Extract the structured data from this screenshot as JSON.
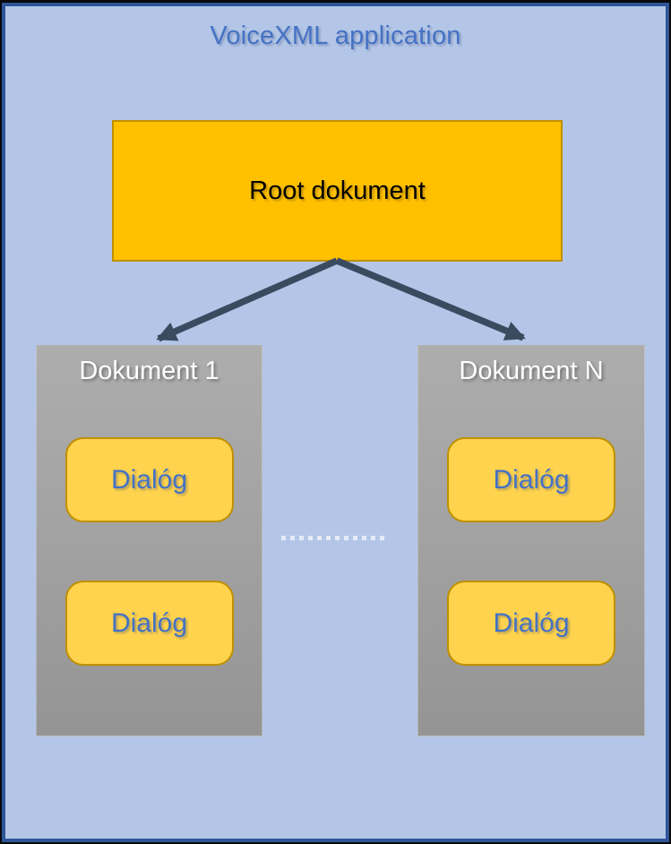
{
  "diagram": {
    "title": "VoiceXML application",
    "root": {
      "label": "Root dokument"
    },
    "documents": [
      {
        "label": "Dokument 1",
        "dialogs": [
          {
            "label": "Dialóg"
          },
          {
            "label": "Dialóg"
          }
        ]
      },
      {
        "label": "Dokument N",
        "dialogs": [
          {
            "label": "Dialóg"
          },
          {
            "label": "Dialóg"
          }
        ]
      }
    ],
    "separator": {
      "style": "dotted-ellipsis"
    },
    "colors": {
      "background": "#b4c6e7",
      "frame_border": "#2e5597",
      "frame_outer": "#0a0a0a",
      "title_text": "#4472c4",
      "root_fill": "#ffc000",
      "root_border": "#bf9000",
      "root_text": "#000000",
      "arrow": "#3a4a5f",
      "document_fill_top": "#adadad",
      "document_fill_bottom": "#949494",
      "document_text": "#ffffff",
      "dialog_fill": "#ffd34d",
      "dialog_border": "#bf9000",
      "dialog_text": "#4472c4",
      "dots": "#e7ebf5"
    }
  }
}
